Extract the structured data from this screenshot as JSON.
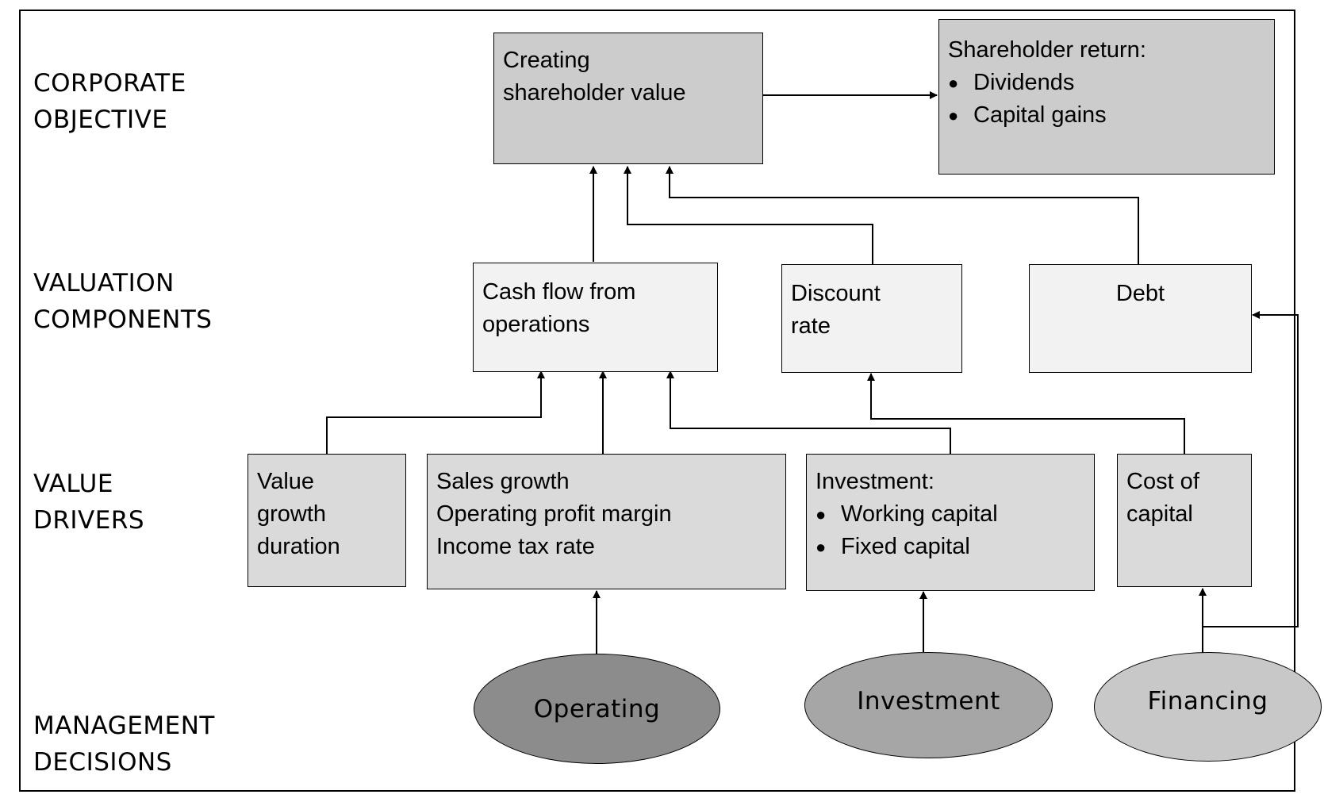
{
  "levels": {
    "corporate_objective": [
      "CORPORATE",
      "OBJECTIVE"
    ],
    "valuation_components": [
      "VALUATION",
      "COMPONENTS"
    ],
    "value_drivers": [
      "VALUE",
      "DRIVERS"
    ],
    "management_decisions": [
      "MANAGEMENT",
      "DECISIONS"
    ]
  },
  "nodes": {
    "creating_value": {
      "lines": [
        "Creating",
        "shareholder value"
      ]
    },
    "shareholder_return": {
      "title": "Shareholder return:",
      "bullets": [
        "Dividends",
        "Capital gains"
      ]
    },
    "cash_flow": {
      "lines": [
        "Cash flow from",
        "operations"
      ]
    },
    "discount_rate": {
      "lines": [
        "Discount",
        "rate"
      ]
    },
    "debt": {
      "lines": [
        "Debt"
      ]
    },
    "value_growth_duration": {
      "lines": [
        "Value",
        "growth",
        "duration"
      ]
    },
    "sales_drivers": {
      "lines": [
        "Sales growth",
        "Operating profit margin",
        "Income tax rate"
      ]
    },
    "investment_drivers": {
      "title": "Investment:",
      "bullets": [
        "Working capital",
        "Fixed capital"
      ]
    },
    "cost_of_capital": {
      "lines": [
        "Cost of",
        "capital"
      ]
    },
    "operating": {
      "label": "Operating"
    },
    "investment": {
      "label": "Investment"
    },
    "financing": {
      "label": "Financing"
    }
  },
  "bullet_glyph": "●",
  "colors": {
    "top_boxes": "#cccccc",
    "component_boxes": "#f2f2f2",
    "driver_boxes": "#dadada",
    "operating_ellipse": "#8c8c8c",
    "investment_ellipse": "#a6a6a6",
    "financing_ellipse": "#c8c8c8"
  }
}
